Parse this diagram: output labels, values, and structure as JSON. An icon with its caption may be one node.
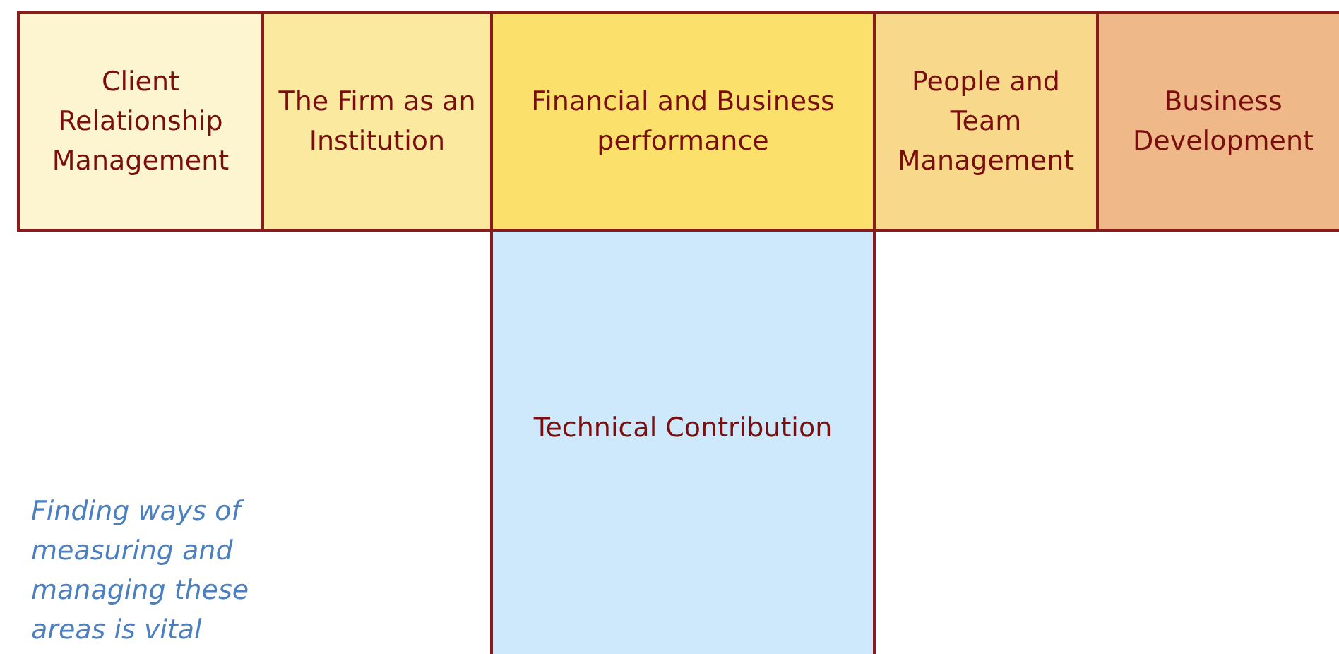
{
  "diagram": {
    "nodes": [
      {
        "text": [
          "Client Relationship Management"
        ]
      },
      {
        "text": [
          "The Firm as an Institution"
        ]
      },
      {
        "text": [
          "Financial and Business performance"
        ]
      },
      {
        "text": [
          "People and Team Management"
        ]
      },
      {
        "text": [
          "Business Development"
        ]
      },
      {
        "text": [
          "Technical Contribution"
        ]
      }
    ],
    "labels": [
      "Finding ways of measuring and managing these areas is vital"
    ]
  }
}
